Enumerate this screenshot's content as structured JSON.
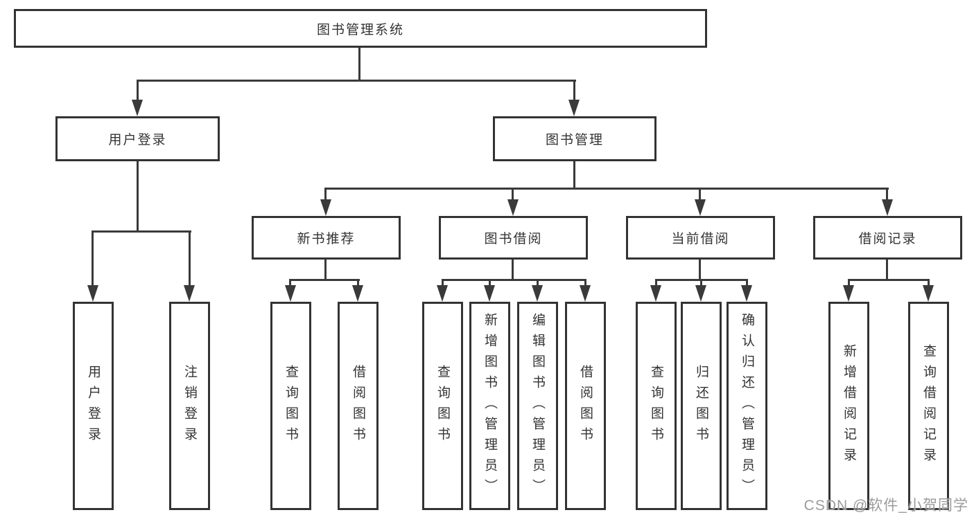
{
  "diagram_title": "图书管理系统",
  "tree": {
    "root": {
      "label": "图书管理系统"
    },
    "branches": [
      {
        "label": "用户登录",
        "leaves": [
          "用户登录",
          "注销登录"
        ]
      },
      {
        "label": "图书管理",
        "children": [
          {
            "label": "新书推荐",
            "leaves": [
              "查询图书",
              "借阅图书"
            ]
          },
          {
            "label": "图书借阅",
            "leaves": [
              "查询图书",
              "新增图书（管理员）",
              "编辑图书（管理员）",
              "借阅图书"
            ]
          },
          {
            "label": "当前借阅",
            "leaves": [
              "查询图书",
              "归还图书",
              "确认归还（管理员）"
            ]
          },
          {
            "label": "借阅记录",
            "leaves": [
              "新增借阅记录",
              "查询借阅记录"
            ]
          }
        ]
      }
    ]
  },
  "watermark": {
    "text": "CSDN @软件_小贺同学"
  },
  "colors": {
    "line": "#3a3a3a",
    "box_border": "#333333",
    "text": "#333333",
    "background": "#ffffff",
    "watermark": "#9b9b9b"
  }
}
